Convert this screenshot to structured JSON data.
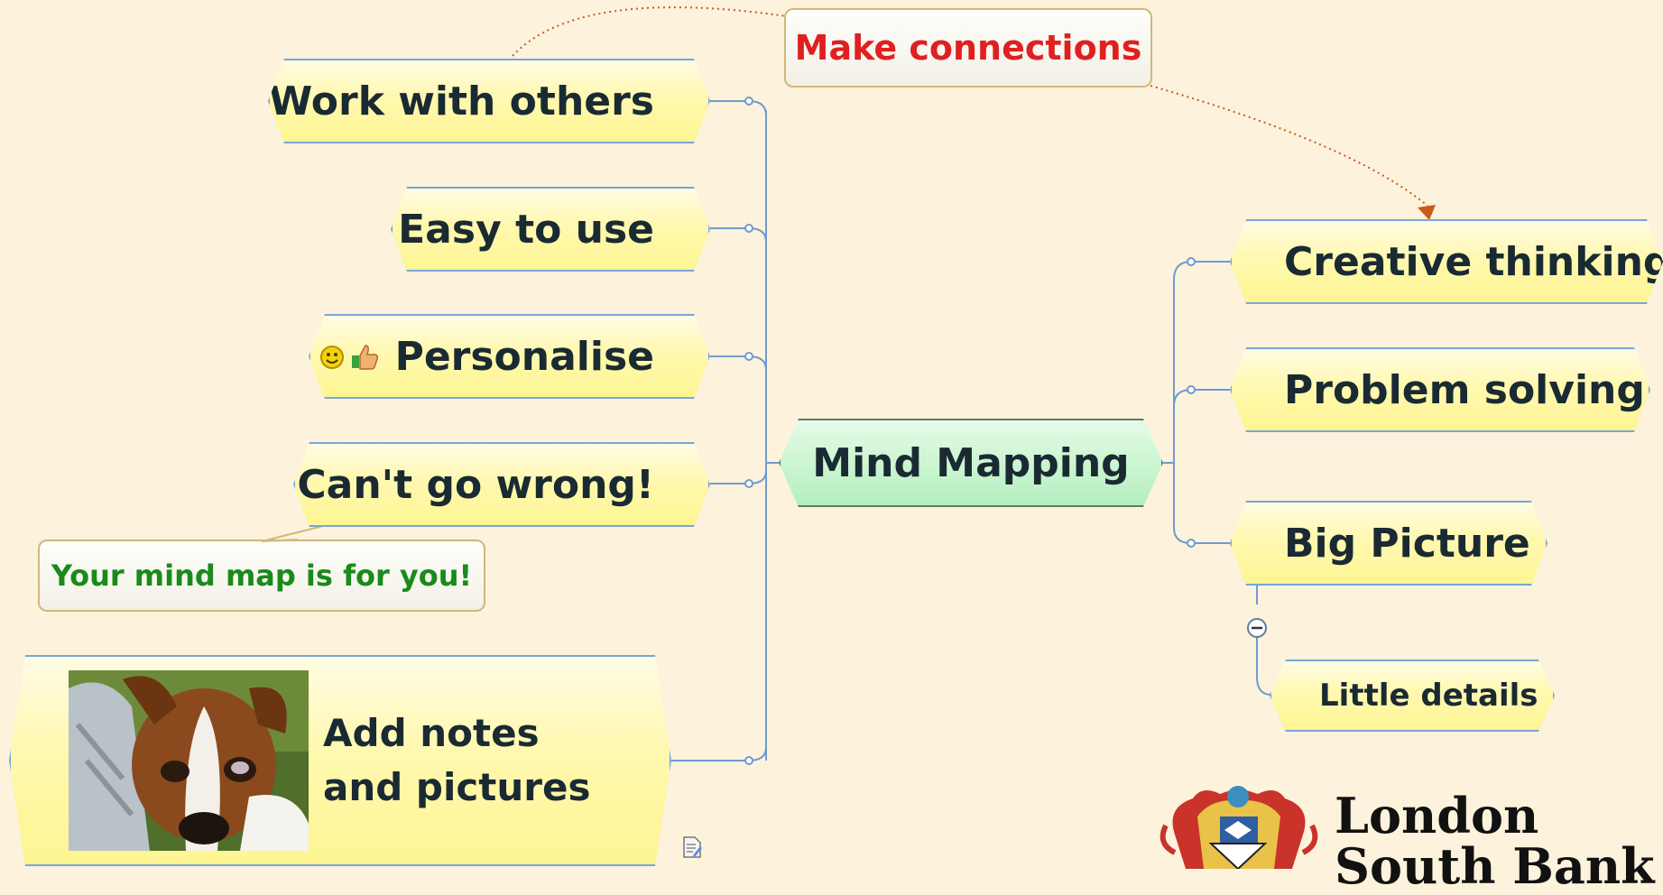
{
  "central_topic": "Mind Mapping",
  "left_topics": [
    "Work with others",
    "Easy to use",
    "Personalise",
    "Can't go wrong!",
    "Add notes and pictures"
  ],
  "right_topics": [
    "Creative thinking",
    "Problem solving",
    "Big Picture"
  ],
  "subtopic": "Little details",
  "callouts": {
    "connections": "Make connections",
    "mind_map_for_you": "Your mind map is for you!"
  },
  "icons": [
    "smiley-icon",
    "thumbs-up-icon",
    "notes-icon",
    "collapse-icon"
  ],
  "logo": {
    "line1": "London",
    "line2": "South Bank"
  },
  "colors": {
    "background": "#fdf2dc",
    "topic_fill": "#fff8b0",
    "central_fill": "#c9f5cf",
    "topic_border": "#79a6d6",
    "connection_text": "#e02020",
    "callout_green": "#1a8a1a",
    "relationship_arrow": "#c85a1e"
  }
}
